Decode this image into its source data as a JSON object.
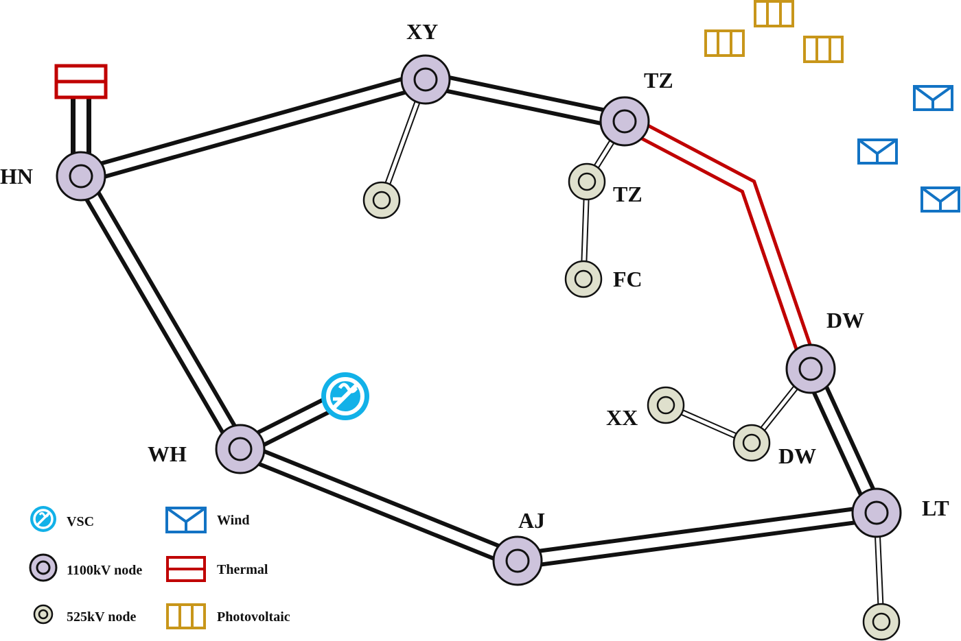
{
  "colors": {
    "line": "#111111",
    "node_1100": "#cdc3dc",
    "node_525": "#dfe0cd",
    "thermal": "#c00000",
    "vsc": "#12b1e8",
    "wind": "#1273c4",
    "photovoltaic": "#c8961a"
  },
  "nodes": {
    "hn": "HN",
    "xy": "XY",
    "tz_main": "TZ",
    "tz_sub": "TZ",
    "fc": "FC",
    "dw_main": "DW",
    "dw_sub": "DW",
    "xx": "XX",
    "wh": "WH",
    "aj": "AJ",
    "lt": "LT"
  },
  "legend": {
    "vsc": "VSC",
    "node_1100": "1100kV node",
    "node_525": "525kV node",
    "wind": "Wind",
    "thermal": "Thermal",
    "photovoltaic": "Photovoltaic"
  }
}
